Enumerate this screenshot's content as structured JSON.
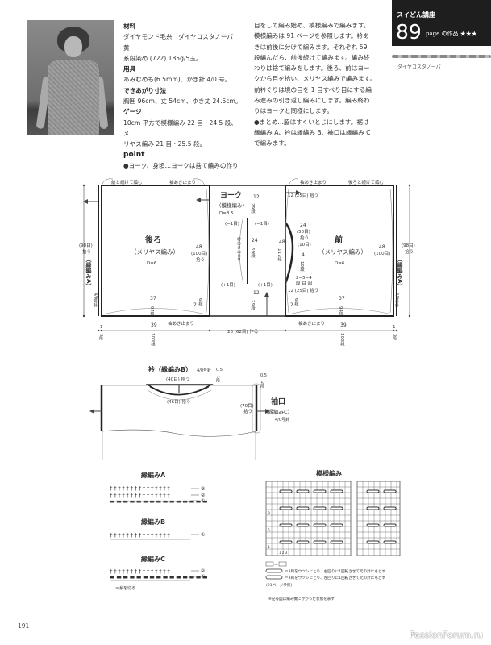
{
  "photo": {
    "alt": "model-wearing-sleeveless-knit-top"
  },
  "specs": {
    "materials_h": "材料",
    "materials_1": "ダイヤモンド毛糸　ダイヤコスタノーバ　黄",
    "materials_2": "系段染め (722) 185g/5玉。",
    "tools_h": "用具",
    "tools": "あみむめも(6.5mm)、かぎ針 4/0 号。",
    "size_h": "できあがり寸法",
    "size": "胸囲 96cm、丈 54cm、ゆき丈 24.5cm。",
    "gauge_h": "ゲージ",
    "gauge_1": "10cm 平方で模様編み 22 目・24.5 段、メ",
    "gauge_2": "リヤス編み 21 目・25.5 段。",
    "point_h": "point",
    "point_1": "●ヨーク、身頃…ヨークは捨て編みの作り"
  },
  "description": [
    "目をして編み始め、模様編みで編みます。",
    "模様編みは 91 ページを参照します。衿あ",
    "きは前後に分けて編みます。それぞれ 59",
    "段編んだら、前後続けて編みます。編み終",
    "わりは捨て編みをします。後ろ、前はヨー",
    "クから目を拾い、メリヤス編みで編みます。",
    "前衿ぐりは境の目を 1 目すべり目にする編",
    "み進みの引き返し編みにします。編み終わ",
    "りはヨークと同様にします。",
    "●まとめ…脇はすくいとじにします。裾は",
    "縁編み A、衿は縁編み B、袖口は縁編み C",
    "で編みます。"
  ],
  "badge": {
    "series": "スイどん講座",
    "page_number": "89",
    "page_suffix": "page の作品 ★★★",
    "yarn_name": "ダイヤコスタノーバ",
    "bg_color": "#1e1e1e"
  },
  "schematic": {
    "back_title": "後ろ",
    "back_sub": "（メリヤス編み）",
    "back_d": "D=6",
    "front_title": "前",
    "front_sub": "（メリヤス編み）",
    "front_d": "D=6",
    "yoke_title": "ヨーク",
    "yoke_sub": "（模様編み）",
    "yoke_d": "D=8.5",
    "cont_front": "前と続けて編む",
    "cont_back": "後ろと続けて編む",
    "armhole_stop": "袖あき止まり",
    "neck_stop": "衿あき止まり",
    "pick_98": "(98目)",
    "pick_label": "拾う",
    "edge_a": "（縁編みA）",
    "needle": "4/0号針",
    "h48": "48",
    "h100": "(100目)",
    "y12": "12",
    "y29": "29段",
    "y24": "24",
    "y59": "59段",
    "minus1": "(−1目)",
    "plus1": "(+1目)",
    "f48": "48",
    "f117": "117段",
    "f12_25": "12 (25目) 拾う",
    "f24": "24",
    "f50": "(50目)",
    "f10m": "(10目)",
    "f4": "4",
    "f10r": "10段",
    "f254": "2−5−4",
    "f254b": "段 目 回",
    "w37": "37",
    "w94": "94段",
    "w2": "2",
    "w6": "6段",
    "b39": "39",
    "b100": "100段",
    "b1": "1",
    "b3": "3段",
    "b28": "28 (62目) 作る"
  },
  "sleeve": {
    "collar_title": "衿（縁編みB）",
    "collar_needle": "4/0号針",
    "collar_40": "(40目) 拾う",
    "collar_46": "(46目) 拾う",
    "c05": "0.5",
    "c1": "1段",
    "s05": "0.5",
    "s2": "2段",
    "s70": "(70目)",
    "s70b": "拾う",
    "cuff_title": "袖口",
    "cuff_sub": "（縁編みC）",
    "cuff_needle": "4/0号針"
  },
  "edgings": {
    "a_title": "縁編みA",
    "b_title": "縁編みB",
    "c_title": "縁編みC",
    "r1": "①",
    "r2": "②",
    "r3": "③",
    "cut_note": "＝糸を切る"
  },
  "pattern": {
    "title": "模様編み",
    "row_labels": [
      "8",
      "5",
      "1"
    ],
    "col_labels": "1 2 3",
    "legend_1": "＝",
    "legend_2": "＝3目をウツシにとり、右回りに1回転させて元の針にもどす",
    "legend_3": "＝3目をウツシにとり、左回りに1回転させて元の針にもどす",
    "legend_4": "(91ページ参照)",
    "legend_5": "※記号図は編み機にかかった状態を表す"
  },
  "footer": {
    "page": "191",
    "watermark": "PassionForum.ru"
  }
}
